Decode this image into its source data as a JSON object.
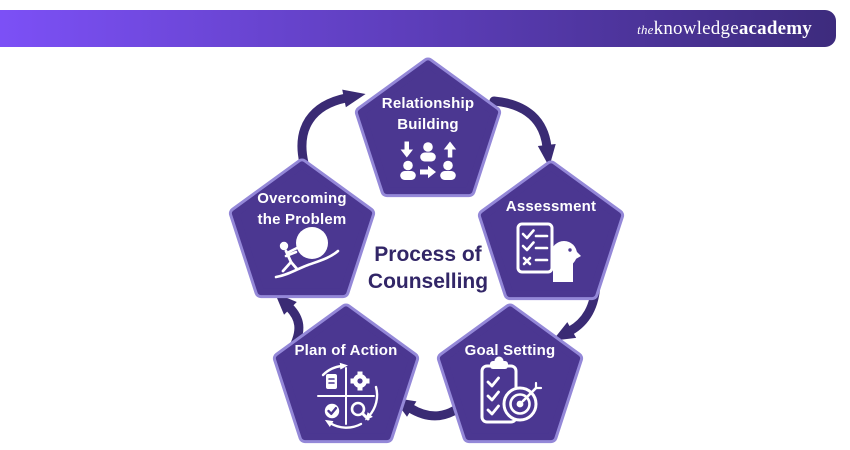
{
  "header": {
    "logo": {
      "prefix": "the",
      "word1": "knowledge",
      "word2": "academy"
    }
  },
  "title": {
    "lines": [
      "Process of",
      "Counselling"
    ]
  },
  "steps": [
    {
      "id": "relationship-building",
      "label": "Relationship Building",
      "lines": [
        "Relationship",
        "Building"
      ],
      "icon": "people-exchange-icon"
    },
    {
      "id": "assessment",
      "label": "Assessment",
      "lines": [
        "Assessment"
      ],
      "icon": "checklist-head-icon"
    },
    {
      "id": "goal-setting",
      "label": "Goal Setting",
      "lines": [
        "Goal Setting"
      ],
      "icon": "clipboard-target-icon"
    },
    {
      "id": "plan-of-action",
      "label": "Plan of Action",
      "lines": [
        "Plan of Action"
      ],
      "icon": "process-cycle-icon"
    },
    {
      "id": "overcoming-the-problem",
      "label": "Overcoming the Problem",
      "lines": [
        "Overcoming",
        "the Problem"
      ],
      "icon": "person-pushing-boulder-icon"
    }
  ],
  "flow": "clockwise",
  "colors": {
    "header-grad-left": "#7c50f6",
    "header-grad-right": "#3d2b7d",
    "pent-fill": "#4b3791",
    "pent-border": "#9488d8",
    "arrow": "#3a2b74",
    "title-color": "#322667",
    "label-color": "#ffffff",
    "bg": "#ffffff"
  }
}
